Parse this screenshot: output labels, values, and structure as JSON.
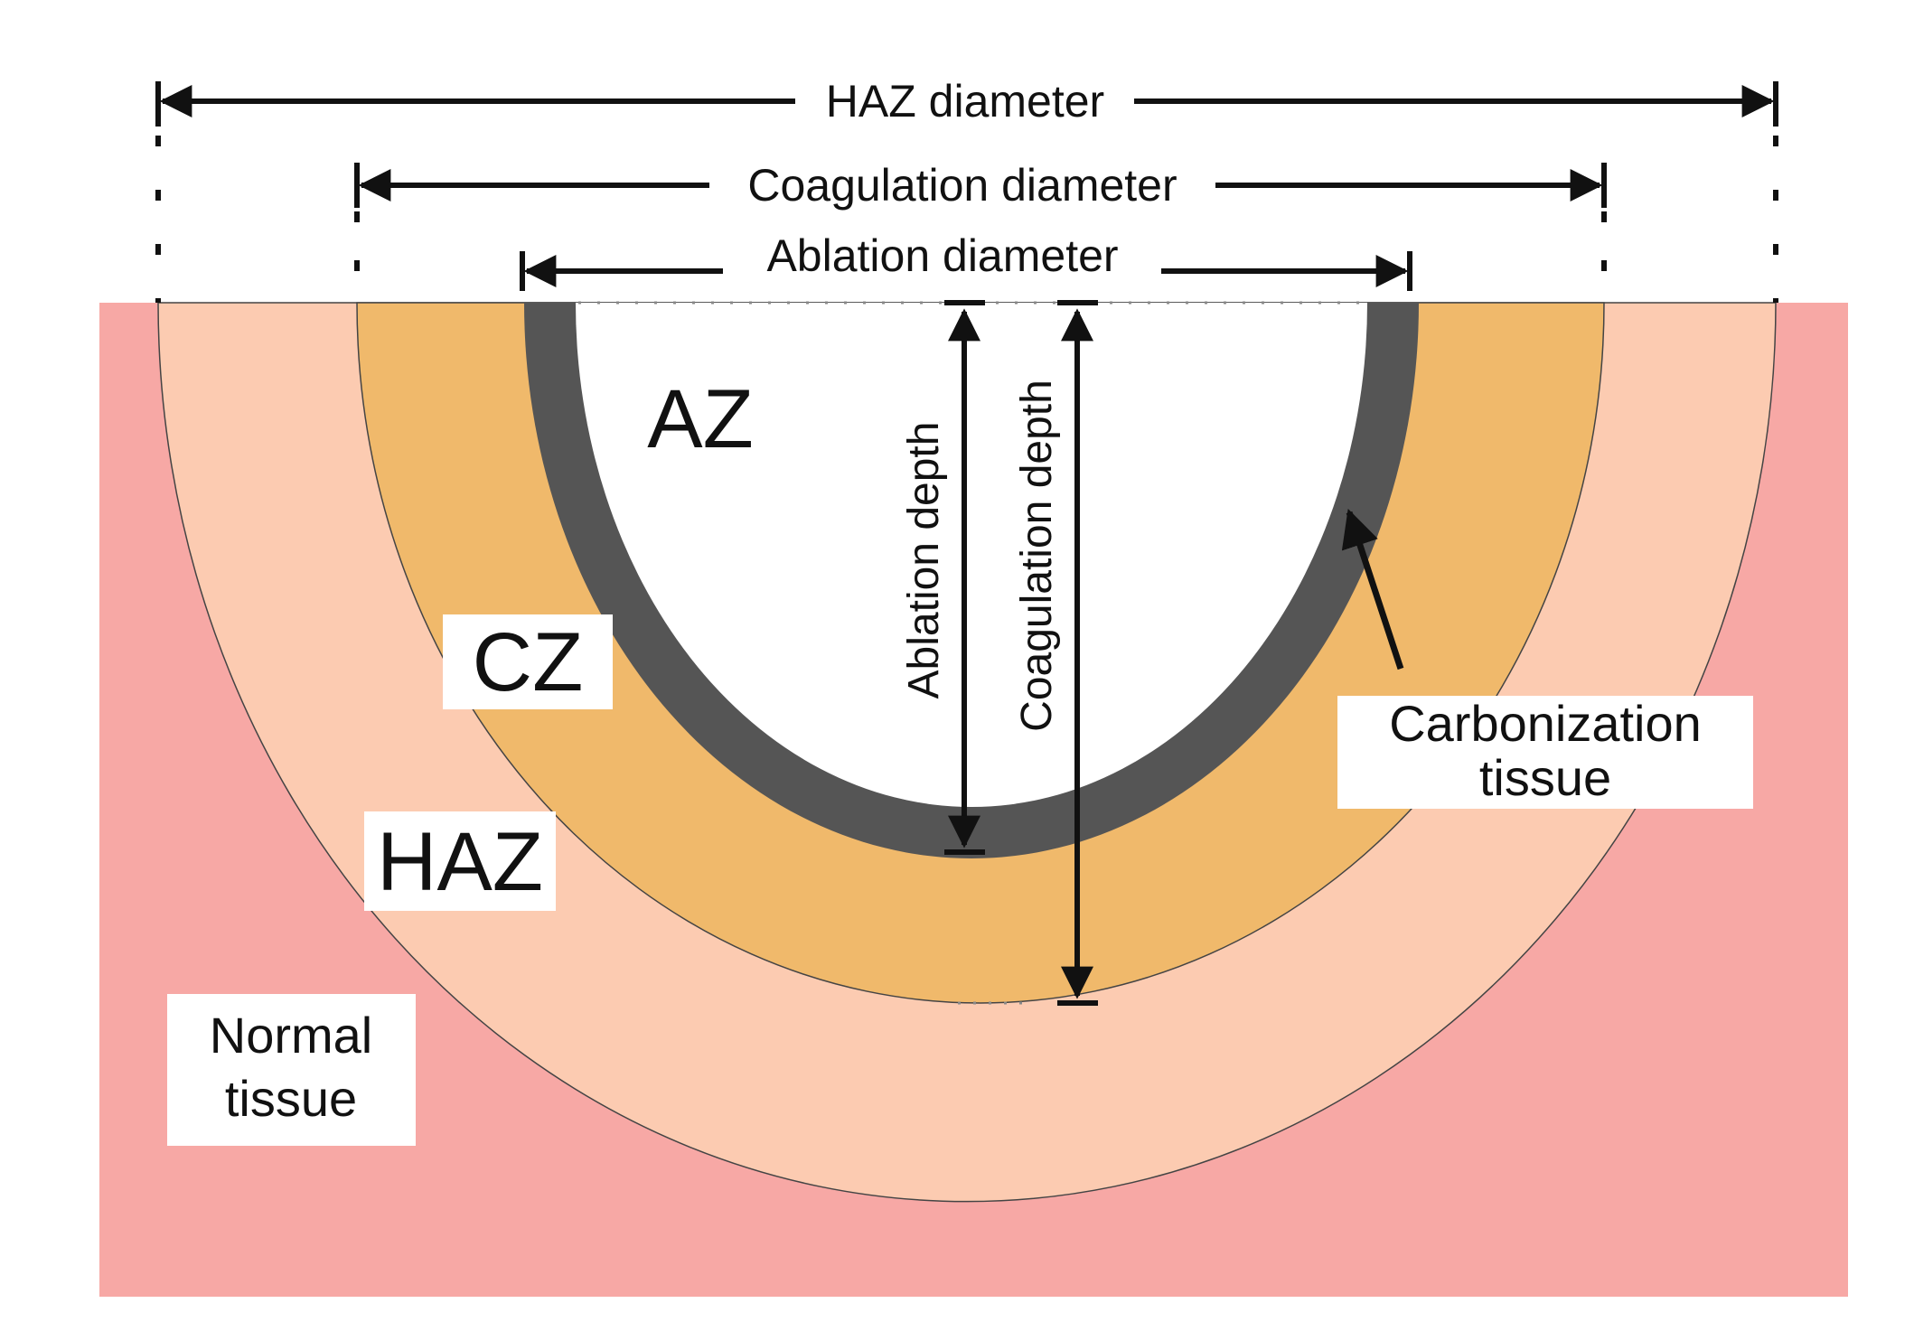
{
  "dimensions": {
    "haz_diameter": "HAZ diameter",
    "coagulation_diameter": "Coagulation diameter",
    "ablation_diameter": "Ablation diameter",
    "ablation_depth": "Ablation depth",
    "coagulation_depth": "Coagulation depth"
  },
  "zones": {
    "az": "AZ",
    "cz": "CZ",
    "haz": "HAZ",
    "normal_line1": "Normal",
    "normal_line2": "tissue",
    "carbonization_line1": "Carbonization",
    "carbonization_line2": "tissue"
  },
  "colors": {
    "normal_tissue": "#f7a8a5",
    "haz": "#fccbb1",
    "coagulation_zone": "#f0b96b",
    "carbonization": "#555555",
    "ablation_zone": "#ffffff"
  }
}
